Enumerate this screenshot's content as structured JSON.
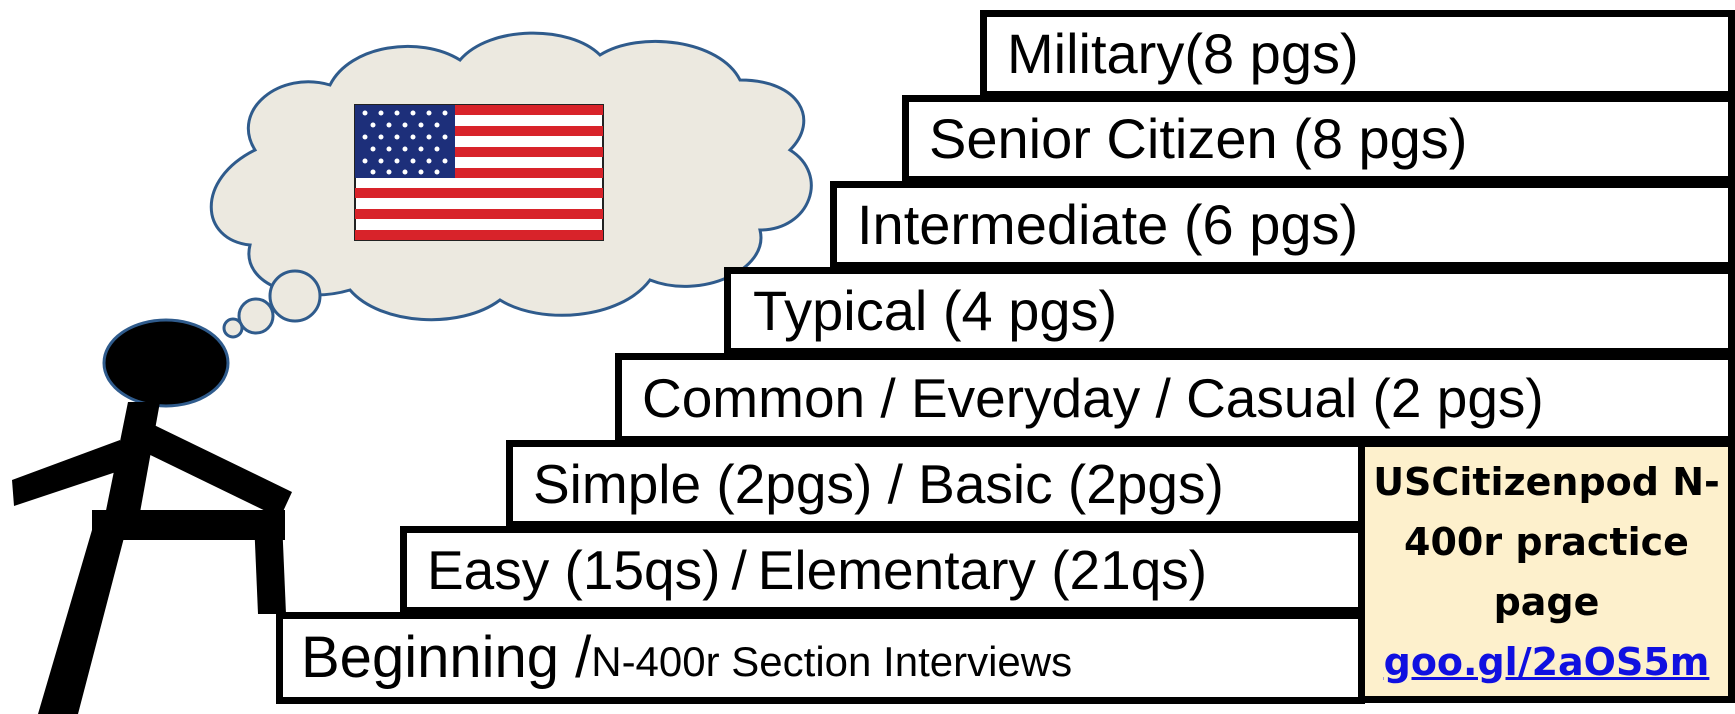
{
  "steps": [
    {
      "id": "beginning",
      "label": "Beginning / ",
      "sublabel": "N-400r Section Interviews"
    },
    {
      "id": "easy",
      "label": "Easy (15qs) / Elementary (21qs)"
    },
    {
      "id": "simple",
      "label": "Simple (2pgs) / Basic (2pgs)"
    },
    {
      "id": "common",
      "label": "Common / Everyday / Casual (2 pgs)"
    },
    {
      "id": "typical",
      "label": "Typical (4 pgs)"
    },
    {
      "id": "intermediate",
      "label": "Intermediate (6 pgs)"
    },
    {
      "id": "senior",
      "label": "Senior Citizen (8 pgs)"
    },
    {
      "id": "military",
      "label": "Military(8 pgs)"
    }
  ],
  "side_box": {
    "line1": "USCitizenpod N-",
    "line2": "400r practice",
    "line3": "page",
    "link": "goo.gl/2aOS5m"
  },
  "colors": {
    "cloud_fill": "#ece9e0",
    "cloud_stroke": "#2f5b8c",
    "flag_red": "#d8232a",
    "flag_blue": "#1d2f7a",
    "side_box_fill": "#fdf0cc",
    "link": "#1010e0"
  },
  "icons": [
    "stick-figure-icon",
    "thought-cloud-icon",
    "us-flag-icon"
  ]
}
